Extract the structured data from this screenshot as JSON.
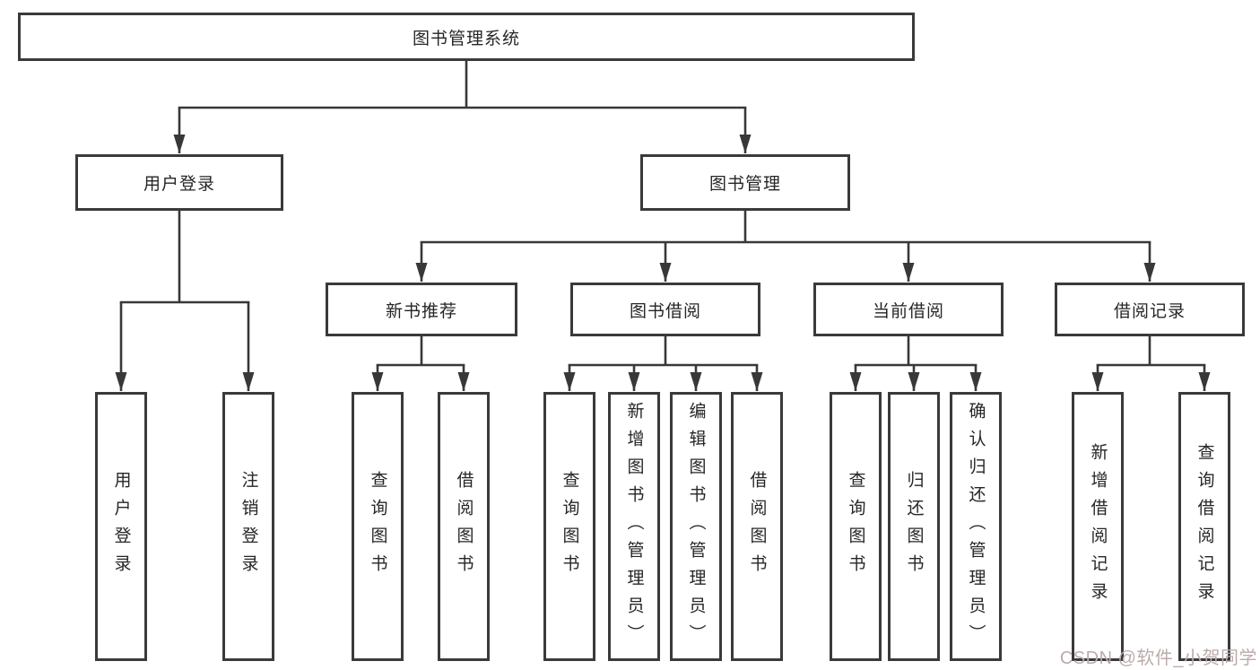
{
  "root": {
    "label": "图书管理系统"
  },
  "branches": {
    "user_login": {
      "label": "用户登录",
      "leaves": [
        "用户登录",
        "注销登录"
      ]
    },
    "book_mgmt": {
      "label": "图书管理",
      "sections": [
        {
          "label": "新书推荐",
          "leaves": [
            "查询图书",
            "借阅图书"
          ]
        },
        {
          "label": "图书借阅",
          "leaves": [
            "查询图书",
            "新增图书（管理员）",
            "编辑图书（管理员）",
            "借阅图书"
          ]
        },
        {
          "label": "当前借阅",
          "leaves": [
            "查询图书",
            "归还图书",
            "确认归还（管理员）"
          ]
        },
        {
          "label": "借阅记录",
          "leaves": [
            "新增借阅记录",
            "查询借阅记录"
          ]
        }
      ]
    }
  },
  "watermark": {
    "text": "CSDN @软件_小贺同学",
    "color": "#bcabab"
  },
  "colors": {
    "line": "#383838",
    "box_border": "#3a3a3a",
    "text": "#262626",
    "background": "#ffffff"
  }
}
